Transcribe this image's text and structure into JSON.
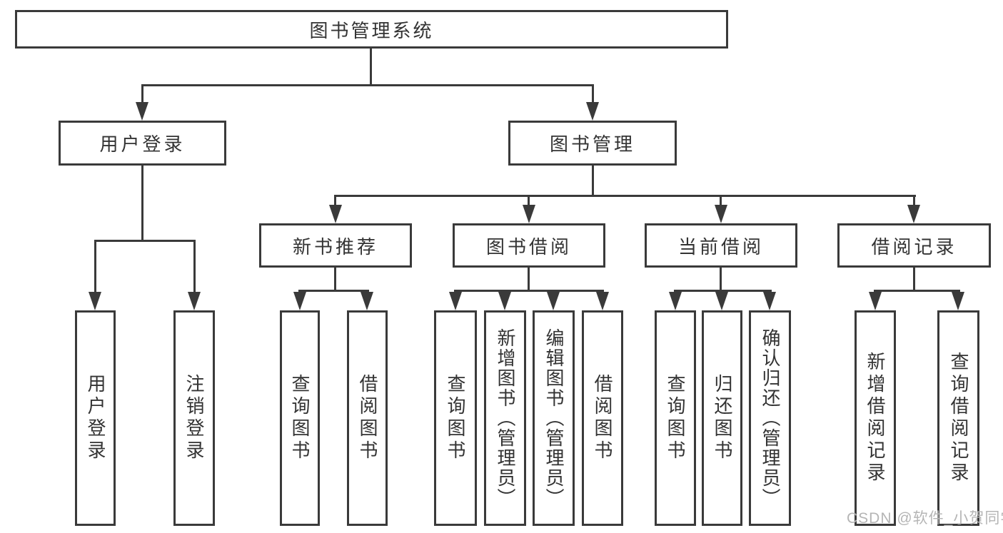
{
  "diagram": {
    "root": {
      "label": "图书管理系统"
    },
    "branches": [
      {
        "label": "用户登录",
        "children": [
          {
            "label": "用户登录"
          },
          {
            "label": "注销登录"
          }
        ]
      },
      {
        "label": "图书管理",
        "children": [
          {
            "label": "新书推荐",
            "children": [
              {
                "label": "查询图书"
              },
              {
                "label": "借阅图书"
              }
            ]
          },
          {
            "label": "图书借阅",
            "children": [
              {
                "label": "查询图书"
              },
              {
                "label": "新增图书（管理员）"
              },
              {
                "label": "编辑图书（管理员）"
              },
              {
                "label": "借阅图书"
              }
            ]
          },
          {
            "label": "当前借阅",
            "children": [
              {
                "label": "查询图书"
              },
              {
                "label": "归还图书"
              },
              {
                "label": "确认归还（管理员）"
              }
            ]
          },
          {
            "label": "借阅记录",
            "children": [
              {
                "label": "新增借阅记录"
              },
              {
                "label": "查询借阅记录"
              }
            ]
          }
        ]
      }
    ],
    "watermark": "CSDN @软件_小贺同学"
  },
  "colors": {
    "line": "#3a3a3a",
    "text": "#333333",
    "watermark": "#b5b5b5",
    "background": "#ffffff"
  }
}
